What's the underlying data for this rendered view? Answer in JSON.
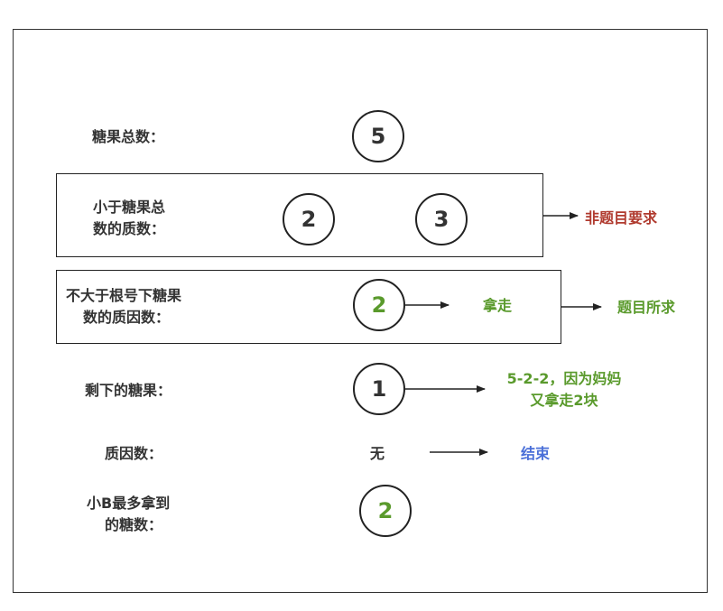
{
  "labels": {
    "total": "糖果总数：",
    "primes_less_line1": "小于糖果总",
    "primes_less_line2": "数的质数：",
    "sqrt_factors_line1": "不大于根号下糖果",
    "sqrt_factors_line2": "数的质因数：",
    "remaining": "剩下的糖果：",
    "prime_factors": "质因数：",
    "max_line1": "小B最多拿到",
    "max_line2": "的糖数："
  },
  "values": {
    "total": "5",
    "prime_a": "2",
    "prime_b": "3",
    "sqrt_factor": "2",
    "remaining": "1",
    "prime_factors": "无",
    "max": "2"
  },
  "notes": {
    "not_required": "非题目要求",
    "take": "拿走",
    "required": "题目所求",
    "calc_line1": "5-2-2，因为妈妈",
    "calc_line2": "又拿走2块",
    "end": "结束"
  },
  "colors": {
    "red": "#b03a2e",
    "green": "#5a9a2c",
    "blue": "#4a6fd8"
  }
}
